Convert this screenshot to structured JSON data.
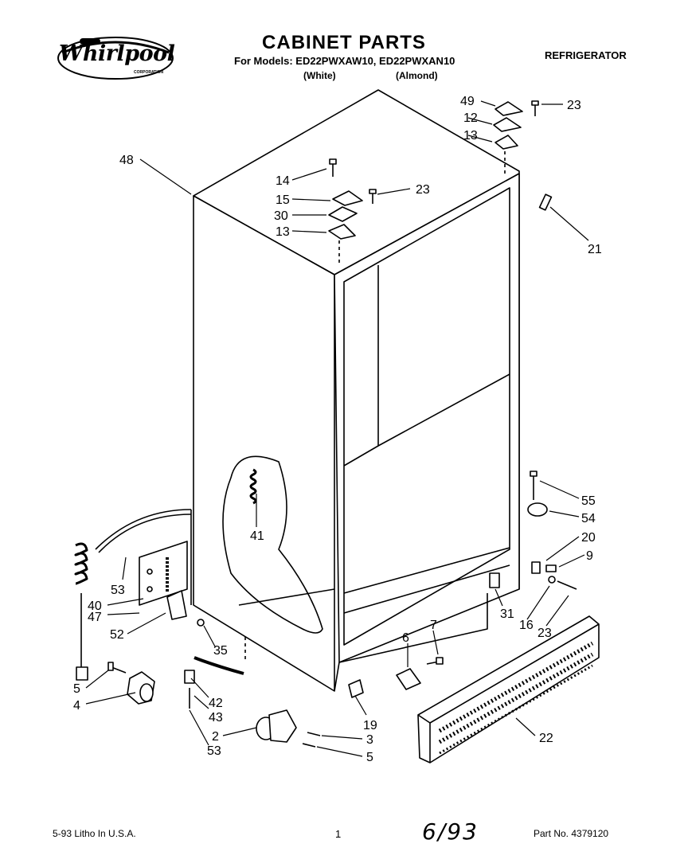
{
  "header": {
    "brand": "Whirlpool",
    "brand_sub": "CORPORATION",
    "title": "CABINET PARTS",
    "models_line": "For Models: ED22PWXAW10, ED22PWXAN10",
    "color_white": "(White)",
    "color_almond": "(Almond)",
    "appliance": "REFRIGERATOR"
  },
  "callouts": {
    "c49": "49",
    "c23a": "23",
    "c12": "12",
    "c13a": "13",
    "c48": "48",
    "c14": "14",
    "c15": "15",
    "c23b": "23",
    "c30": "30",
    "c13b": "13",
    "c21": "21",
    "c55": "55",
    "c54": "54",
    "c20": "20",
    "c9": "9",
    "c41": "41",
    "c53a": "53",
    "c40": "40",
    "c47": "47",
    "c52": "52",
    "c35": "35",
    "c31": "31",
    "c16": "16",
    "c23c": "23",
    "c6": "6",
    "c7": "7",
    "c5a": "5",
    "c4": "4",
    "c42": "42",
    "c43": "43",
    "c2": "2",
    "c53b": "53",
    "c3": "3",
    "c5b": "5",
    "c19": "19",
    "c22": "22"
  },
  "footer": {
    "litho": "5-93 Litho In U.S.A.",
    "page": "1",
    "handwritten_date": "6/93",
    "part_no": "Part No. 4379120"
  }
}
